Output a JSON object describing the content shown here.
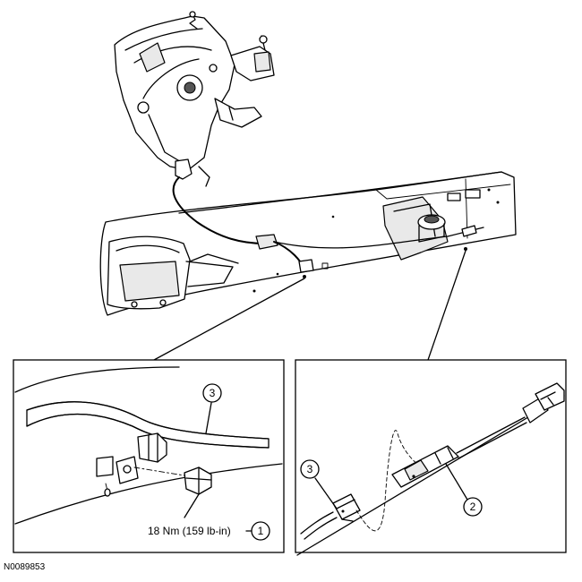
{
  "figure": {
    "id": "N0089853"
  },
  "callouts": {
    "left_top": "3",
    "left_bottom": "1",
    "right_left": "3",
    "right_bottom": "2"
  },
  "torque_spec": "18 Nm (159 lb-in)"
}
